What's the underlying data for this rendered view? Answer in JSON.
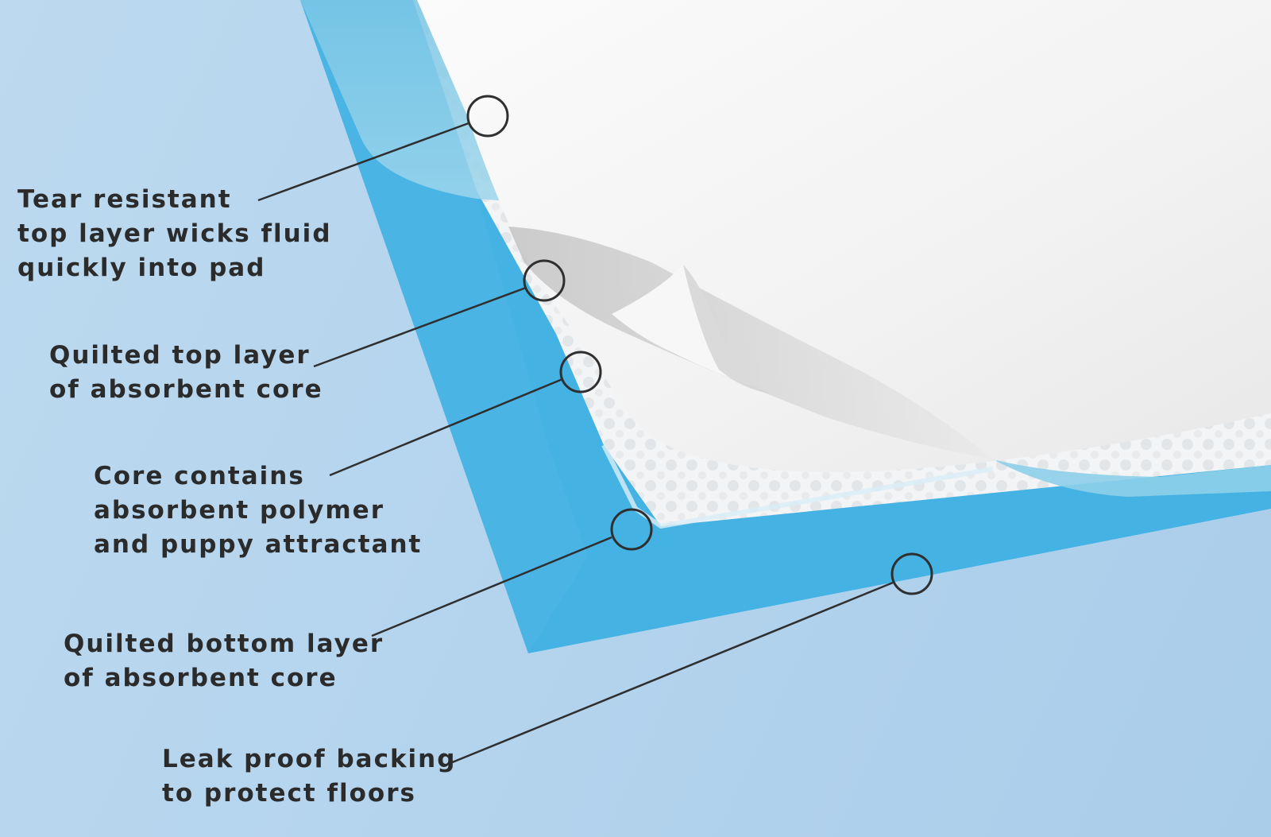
{
  "diagram": {
    "callouts": [
      {
        "lines": [
          "Tear resistant",
          "top layer wicks fluid",
          "quickly into pad"
        ]
      },
      {
        "lines": [
          "Quilted top layer",
          "of absorbent core"
        ]
      },
      {
        "lines": [
          "Core contains",
          "absorbent polymer",
          "and puppy attractant"
        ]
      },
      {
        "lines": [
          "Quilted bottom layer",
          "of absorbent core"
        ]
      },
      {
        "lines": [
          "Leak proof backing",
          "to protect floors"
        ]
      }
    ]
  },
  "colors": {
    "background": "#b7d6ee",
    "backing_blue": "#45b2e4",
    "sheet_white": "#f5f5f5",
    "label_text": "#2b2b2b",
    "leader_line": "#2f2f2f"
  }
}
